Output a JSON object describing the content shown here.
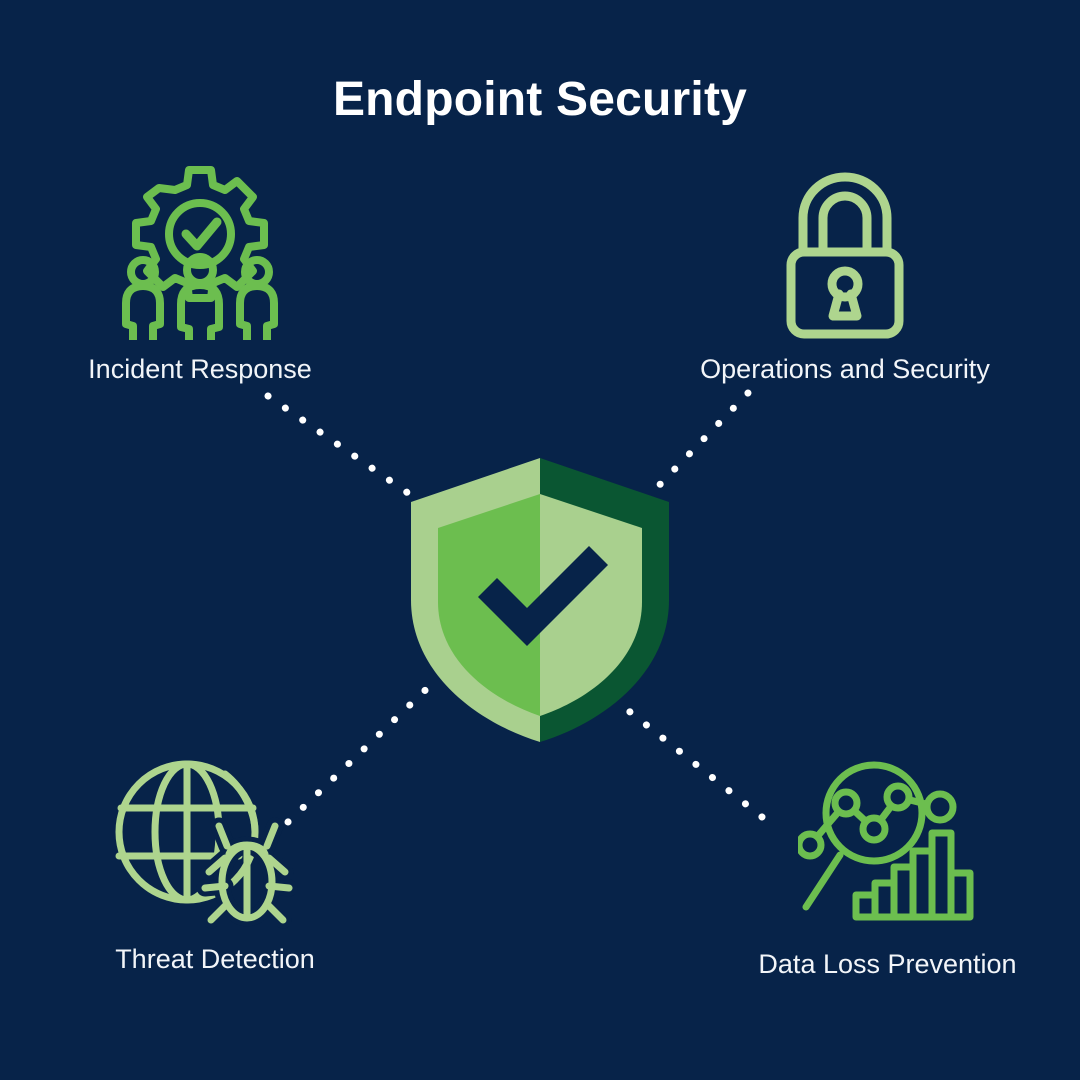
{
  "title": "Endpoint Security",
  "theme": {
    "background": "#072349",
    "title_color": "#ffffff",
    "label_color": "#f2f5f9",
    "green_medium": "#6CBE4F",
    "green_pale": "#AED58E",
    "green_dark": "#0A5632",
    "shield_light": "#A9D08E",
    "shield_mid": "#6CBE4F",
    "shield_dark": "#0A5632",
    "checkmark_color": "#072349",
    "connector_dot_color": "#ffffff"
  },
  "center": {
    "icon": "shield-check-icon",
    "label": ""
  },
  "nodes": [
    {
      "id": "incident-response",
      "label": "Incident Response",
      "icon": "gear-check-people-icon",
      "position": "top-left",
      "color": "#6CBE4F"
    },
    {
      "id": "operations-security",
      "label": "Operations and Security",
      "icon": "padlock-icon",
      "position": "top-right",
      "color": "#AED58E"
    },
    {
      "id": "threat-detection",
      "label": "Threat Detection",
      "icon": "globe-bug-icon",
      "position": "bottom-left",
      "color": "#AED58E"
    },
    {
      "id": "data-loss-prevention",
      "label": "Data Loss Prevention",
      "icon": "magnifier-chart-icon",
      "position": "bottom-right",
      "color": "#6CBE4F"
    }
  ],
  "connectors": [
    {
      "from": "incident-response",
      "to": "center",
      "style": "dotted"
    },
    {
      "from": "operations-security",
      "to": "center",
      "style": "dotted"
    },
    {
      "from": "threat-detection",
      "to": "center",
      "style": "dotted"
    },
    {
      "from": "data-loss-prevention",
      "to": "center",
      "style": "dotted"
    }
  ]
}
